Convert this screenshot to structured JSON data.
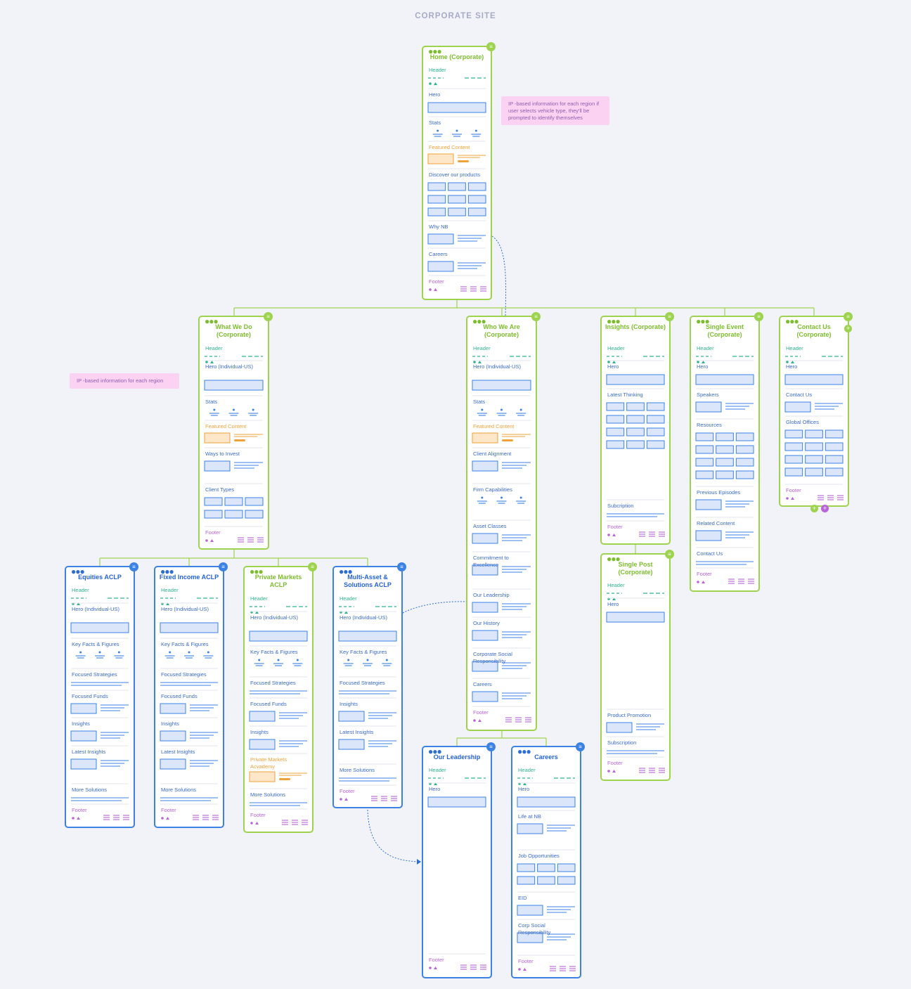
{
  "title": "CORPORATE SITE",
  "colors": {
    "green": "#9ed34f",
    "blue": "#3b82e4",
    "teal": "#2fb38f",
    "orange": "#f0a23a",
    "purple": "#b765d8",
    "pink_note": "#fbd2f1"
  },
  "notes": [
    "IP -based information for each region if user selects vehicle type, they'll be prompted to identify themselves",
    "IP -based information for each region"
  ],
  "pages": [
    {
      "title": "Home (Corporate)",
      "sections": [
        "Header",
        "Hero",
        "Stats",
        "Featured Content",
        "Discover our products",
        "Why NB",
        "Careers",
        "Footer"
      ]
    },
    {
      "title": "What We Do (Corporate)",
      "sections": [
        "Header",
        "Hero (Individual-US)",
        "Stats",
        "Featured Content",
        "Ways to Invest",
        "Client Types",
        "Footer"
      ]
    },
    {
      "title": "Who We Are (Corporate)",
      "sections": [
        "Header",
        "Hero (Individual-US)",
        "Stats",
        "Featured Content",
        "Client Alignment",
        "Firm Capabilities",
        "Asset Classes",
        "Commitment to Excellence",
        "Our Leadership",
        "Our History",
        "Corporate Social Responsibility",
        "Careers",
        "Footer"
      ]
    },
    {
      "title": "Insights (Corporate)",
      "sections": [
        "Header",
        "Hero",
        "Latest Thinking",
        "Subcription",
        "Footer"
      ]
    },
    {
      "title": "Single Event (Corporate)",
      "sections": [
        "Header",
        "Hero",
        "Speakers",
        "Resources",
        "Previous Episodes",
        "Related Content",
        "Contact Us",
        "Footer"
      ]
    },
    {
      "title": "Contact Us (Corporate)",
      "sections": [
        "Header",
        "Hero",
        "Contact Us",
        "Global Offices",
        "Footer"
      ]
    },
    {
      "title": "Single Post (Corporate)",
      "sections": [
        "Header",
        "Hero",
        "Product Promotion",
        "Subscription",
        "Footer"
      ]
    },
    {
      "title": "Equities ACLP",
      "sections": [
        "Header",
        "Hero (Individual-US)",
        "Key Facts & Figures",
        "Focused Strategies",
        "Focused Funds",
        "Insights",
        "Latest Insights",
        "More Solutions",
        "Footer"
      ]
    },
    {
      "title": "Fixed Income ACLP",
      "sections": [
        "Header",
        "Hero (Individual-US)",
        "Key Facts & Figures",
        "Focused Strategies",
        "Focused Funds",
        "Insights",
        "Latest Insights",
        "More Solutions",
        "Footer"
      ]
    },
    {
      "title": "Private Markets ACLP",
      "sections": [
        "Header",
        "Hero (Individual-US)",
        "Key Facts & Figures",
        "Focused Strategies",
        "Focused Funds",
        "Insights",
        "Private Markets Acvademy",
        "More Solutions",
        "Footer"
      ]
    },
    {
      "title": "Multi-Asset & Solutions ACLP",
      "sections": [
        "Header",
        "Hero (Individual-US)",
        "Key Facts & Figures",
        "Focused Strategies",
        "Insights",
        "Latest Insights",
        "More Solutions",
        "Footer"
      ]
    },
    {
      "title": "Our Leadership",
      "sections": [
        "Header",
        "Hero",
        "Footer"
      ]
    },
    {
      "title": "Careers",
      "sections": [
        "Header",
        "Hero",
        "Life at NB",
        "Job Opportunities",
        "EID",
        "Corp Social Responsibility",
        "Footer"
      ]
    }
  ]
}
